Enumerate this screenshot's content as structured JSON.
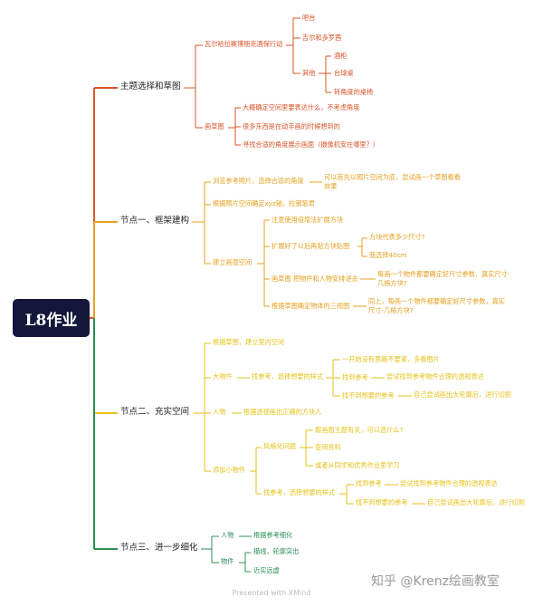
{
  "root": "L8作业",
  "colors": {
    "branch1": "#d9542a",
    "branch2": "#e6a021",
    "branch3": "#e6c21a",
    "branch4": "#2c8f55",
    "root_bg": "#13173a"
  },
  "b1": {
    "label": "主题选择和草图",
    "a": "瓦尔哈拉赛博朋克酒保行动",
    "a1": "吧台",
    "a2": "吉尔和多罗茜",
    "a3": "其他",
    "a3a": "酒柜",
    "a3b": "台球桌",
    "a3c": "转角度的桌椅",
    "b": "画草图",
    "b1": "大概确定空间里要表达什么，不考虑角度",
    "b2": "很多东西是在动手画的时候想到的",
    "b3": "寻找合适的角度展示画面（摄像机安在哪里？）"
  },
  "b2": {
    "label": "节点一、框架建构",
    "a": "浏览参考照片，选择合适的角度",
    "a1": "可以首先以照片空间为底，尝试画一个草图看看",
    "a1b": "效果",
    "b": "根据照片空间确定xyz轴，拉钢笔君",
    "c": "建立画面空间",
    "c1": "注意使用倍增法扩展方块",
    "c2": "扩展好了以后再贴方块贴图",
    "c2a": "方块代表多少尺寸?",
    "c2b": "我选择40cm",
    "c3": "画草图 把物件和人物安排进去",
    "c3a": "每画一个物件都要确定好尺寸参数，真实尺寸-",
    "c3b": "几格方块?",
    "c4": "根据草图确定物体的三视图",
    "c4a": "同上，每画一个物件都要确定好尺寸参数，真实",
    "c4b": "尺寸-几格方块?"
  },
  "b3": {
    "label": "节点二、充实空间",
    "a": "根据草图，建立室内空间",
    "b": "大物件",
    "b1": "找参考，选择想要的样式",
    "b1a": "一开始没有思路不要紧，多看图片",
    "b1b": "找到参考",
    "b1b1": "尝试找到参考物件合理的透视表达",
    "b1c": "找不到想要的参考",
    "b1c1": "自己尝试画出大轮廓后，进行切割",
    "c": "人物",
    "c1": "根据透视画出正确的方块人",
    "d": "添加小物件",
    "d1": "风格化问题",
    "d1a": "跟画面主题有关，可以选什么?",
    "d1b": "查阅资料",
    "d1c": "或者从同学和优秀作业里学习",
    "d2": "找参考，选择想要的样式",
    "d2a": "找到参考",
    "d2a1": "尝试找到参考物件合理的透视表达",
    "d2b": "找不到想要的参考",
    "d2b1": "自己尝试画出大轮廓后，进行切割"
  },
  "b4": {
    "label": "节点三、进一步细化",
    "a": "人物",
    "a1": "根据参考细化",
    "b": "物件",
    "b1": "描线，轮廓突出",
    "b2": "近实远虚"
  },
  "watermark": "知乎 @Krenz绘画教室",
  "footer": "Presented with XMind"
}
